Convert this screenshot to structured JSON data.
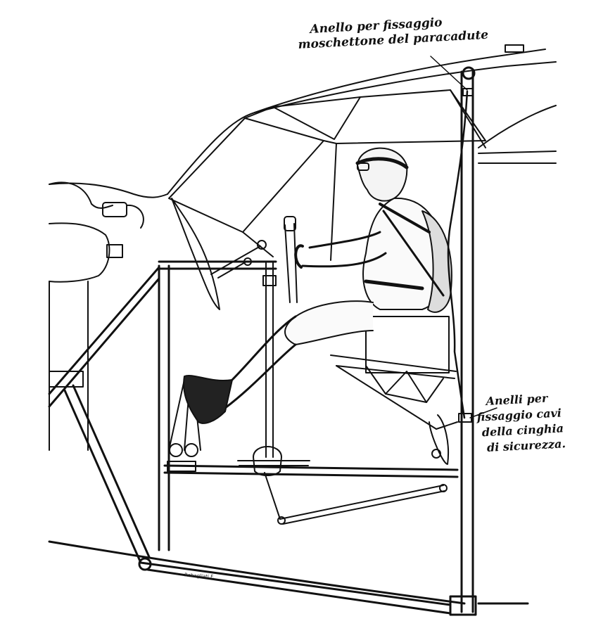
{
  "annotations": {
    "parachute_ring": {
      "line1": "Anello per fissaggio",
      "line2": "moschettone del paracadute"
    },
    "harness_rings": {
      "line1": "Anelli per",
      "line2": "fissaggio cavi",
      "line3": "della cinghia",
      "line4": "di sicurezza."
    }
  },
  "signature": "Rebagliati F.",
  "colors": {
    "ink": "#111111",
    "paper": "#ffffff"
  }
}
